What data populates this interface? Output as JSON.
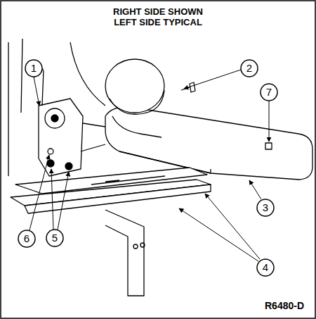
{
  "diagram": {
    "title": "RIGHT SIDE SHOWN LEFT SIDE TYPICAL",
    "labels": [
      "1",
      "2",
      "3",
      "4",
      "5",
      "6",
      "7",
      "R6480-D"
    ]
  }
}
